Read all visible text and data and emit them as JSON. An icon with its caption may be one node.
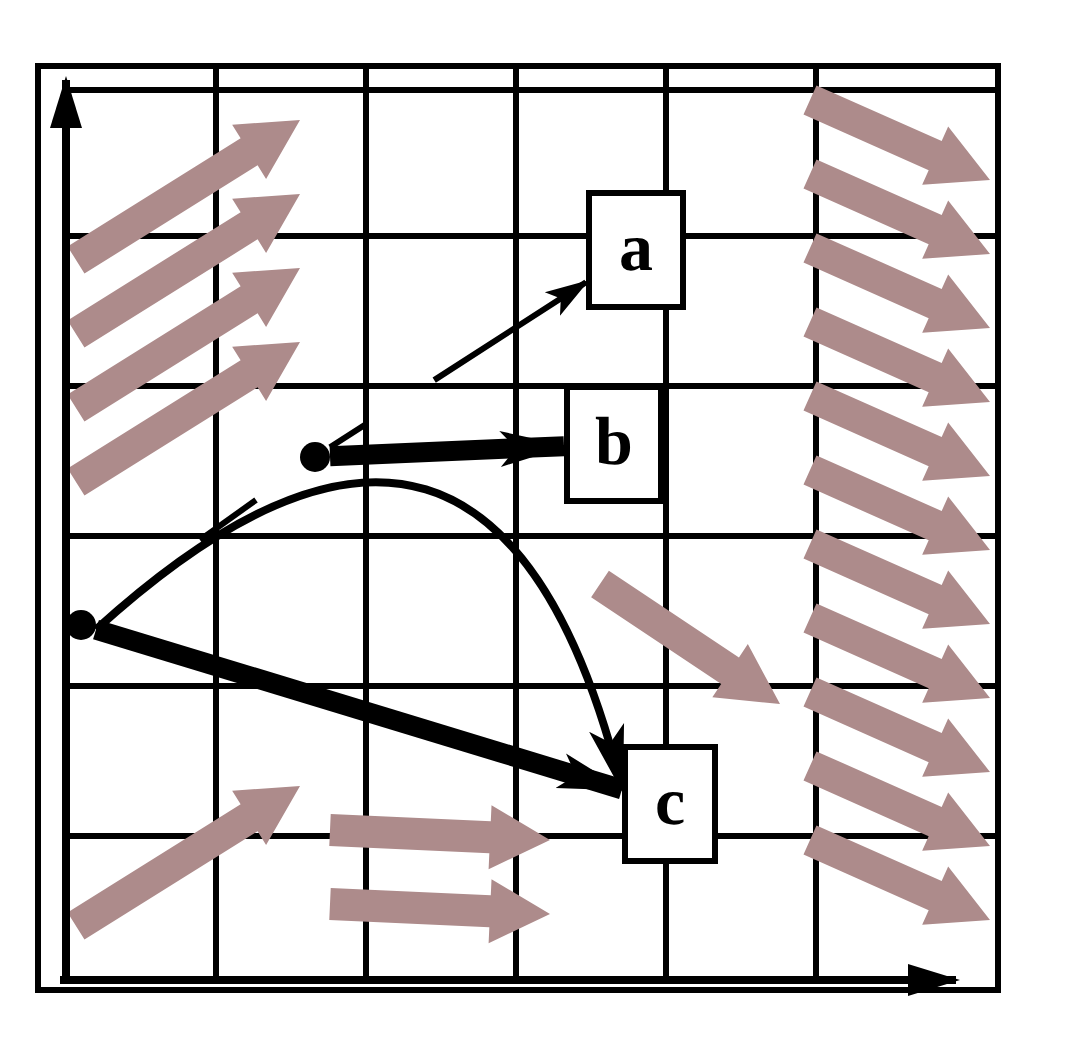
{
  "diagram": {
    "nodes": [
      {
        "text": [
          "a"
        ]
      },
      {
        "text": [
          "b"
        ]
      },
      {
        "text": [
          "c"
        ]
      },
      {
        "text": [],
        "shape": "circle"
      },
      {
        "text": [],
        "shape": "circle"
      }
    ],
    "edges": [
      {
        "from": 3,
        "to": 1,
        "arrow": "to",
        "style": "thick"
      },
      {
        "from": 3,
        "to": 0,
        "arrow": "to",
        "style": "dashed"
      },
      {
        "from": 4,
        "to": 2,
        "arrow": "to"
      },
      {
        "from": 4,
        "to": 2,
        "arrow": "to",
        "style": "thick"
      }
    ]
  }
}
